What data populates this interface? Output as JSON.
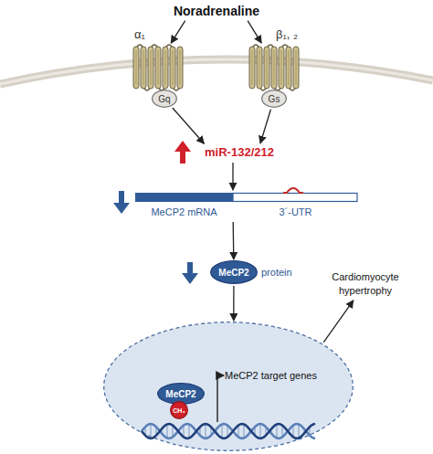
{
  "diagram": {
    "nodes": [
      {
        "text": [
          "Noradrenaline"
        ]
      },
      {
        "text": [
          "α₁"
        ]
      },
      {
        "text": [
          "β₁, ₂"
        ]
      },
      {
        "text": [
          "Gq"
        ]
      },
      {
        "text": [
          "Gs"
        ]
      },
      {
        "text": [
          "miR-132/212"
        ]
      },
      {
        "text": [
          "MeCP2 mRNA",
          "3´-UTR"
        ]
      },
      {
        "text": [
          "MeCP2",
          "protein"
        ]
      },
      {
        "text": [
          "MeCP2 target genes"
        ]
      },
      {
        "text": [
          "MeCP2"
        ],
        "in": 8
      },
      {
        "text": [
          "CH₃"
        ],
        "in": 8
      },
      {
        "text": [
          "Cardiomyocyte hypertrophy"
        ]
      }
    ],
    "edges": [
      {
        "from": 0,
        "to": 1,
        "arrow": "to"
      },
      {
        "from": 0,
        "to": 2,
        "arrow": "to"
      },
      {
        "from": 3,
        "to": 5,
        "arrow": "to"
      },
      {
        "from": 4,
        "to": 5,
        "arrow": "to"
      },
      {
        "from": 5,
        "to": 6,
        "arrow": "to"
      },
      {
        "from": 6,
        "to": 7,
        "arrow": "to"
      },
      {
        "from": 7,
        "to": 8,
        "arrow": "to"
      },
      {
        "from": 8,
        "to": 11,
        "arrow": "to"
      }
    ]
  }
}
